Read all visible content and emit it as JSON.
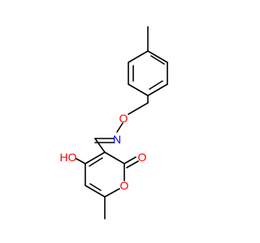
{
  "molecule": {
    "atom_labels": {
      "nitrogen": "N",
      "oxygen_oxime": "O",
      "hydroxyl": "HO",
      "carbonyl_oxygen": "O",
      "ring_oxygen": "O"
    },
    "colors": {
      "bond": "#000000",
      "nitrogen": "#0000ff",
      "oxygen": "#ff0000",
      "background": "#ffffff"
    }
  }
}
